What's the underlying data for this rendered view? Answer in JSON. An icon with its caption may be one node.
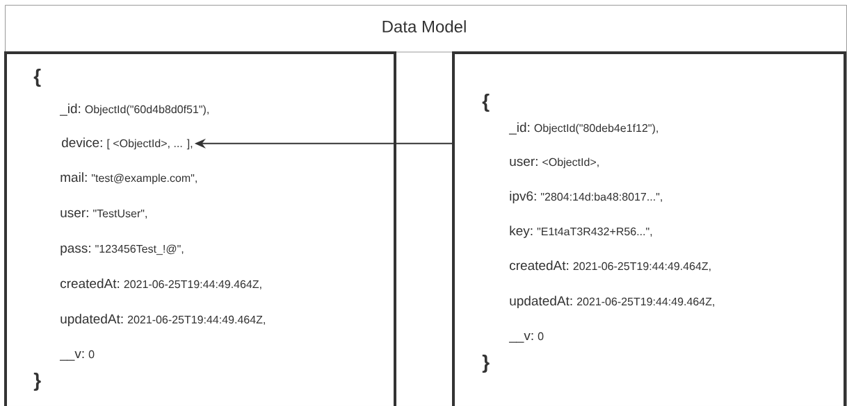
{
  "diagram": {
    "nodes": [
      {
        "text": [
          "Data Model"
        ]
      },
      {
        "text": [
          "{",
          "_id:",
          "ObjectId(\"60d4b8d0f51\"),",
          "mail:",
          "\"test@example.com\",",
          "user:",
          "\"TestUser\",",
          "pass:",
          "\"123456Test_!@\",",
          "createdAt:",
          "2021-06-25T19:44:49.464Z,",
          "updatedAt:",
          "2021-06-25T19:44:49.464Z,",
          "__v:",
          "0",
          "}"
        ],
        "in": 0
      },
      {
        "text": [
          "device:",
          "[ <ObjectId>, ... ],"
        ],
        "in": 1
      },
      {
        "text": [
          "{",
          "_id:",
          "ObjectId(\"80deb4e1f12\"),",
          "user:",
          "<ObjectId>,",
          "ipv6:",
          "\"2804:14d:ba48:8017...\",",
          "key:",
          "\"E1t4aT3R432+R56...\",",
          "createdAt:",
          "2021-06-25T19:44:49.464Z,",
          "updatedAt:",
          "2021-06-25T19:44:49.464Z,",
          "__v:",
          "0",
          "}"
        ],
        "in": 0
      }
    ],
    "edges": [
      {
        "from": 3,
        "to": 2,
        "arrow": "to"
      }
    ]
  }
}
